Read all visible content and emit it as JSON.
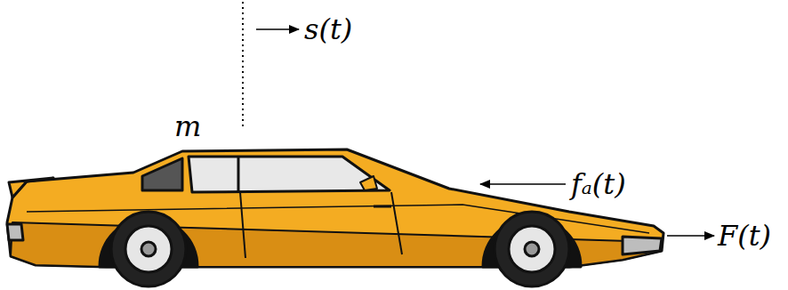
{
  "diagram": {
    "labels": [
      "s(t)",
      "m",
      "fₐ(t)",
      "F(t)"
    ]
  }
}
